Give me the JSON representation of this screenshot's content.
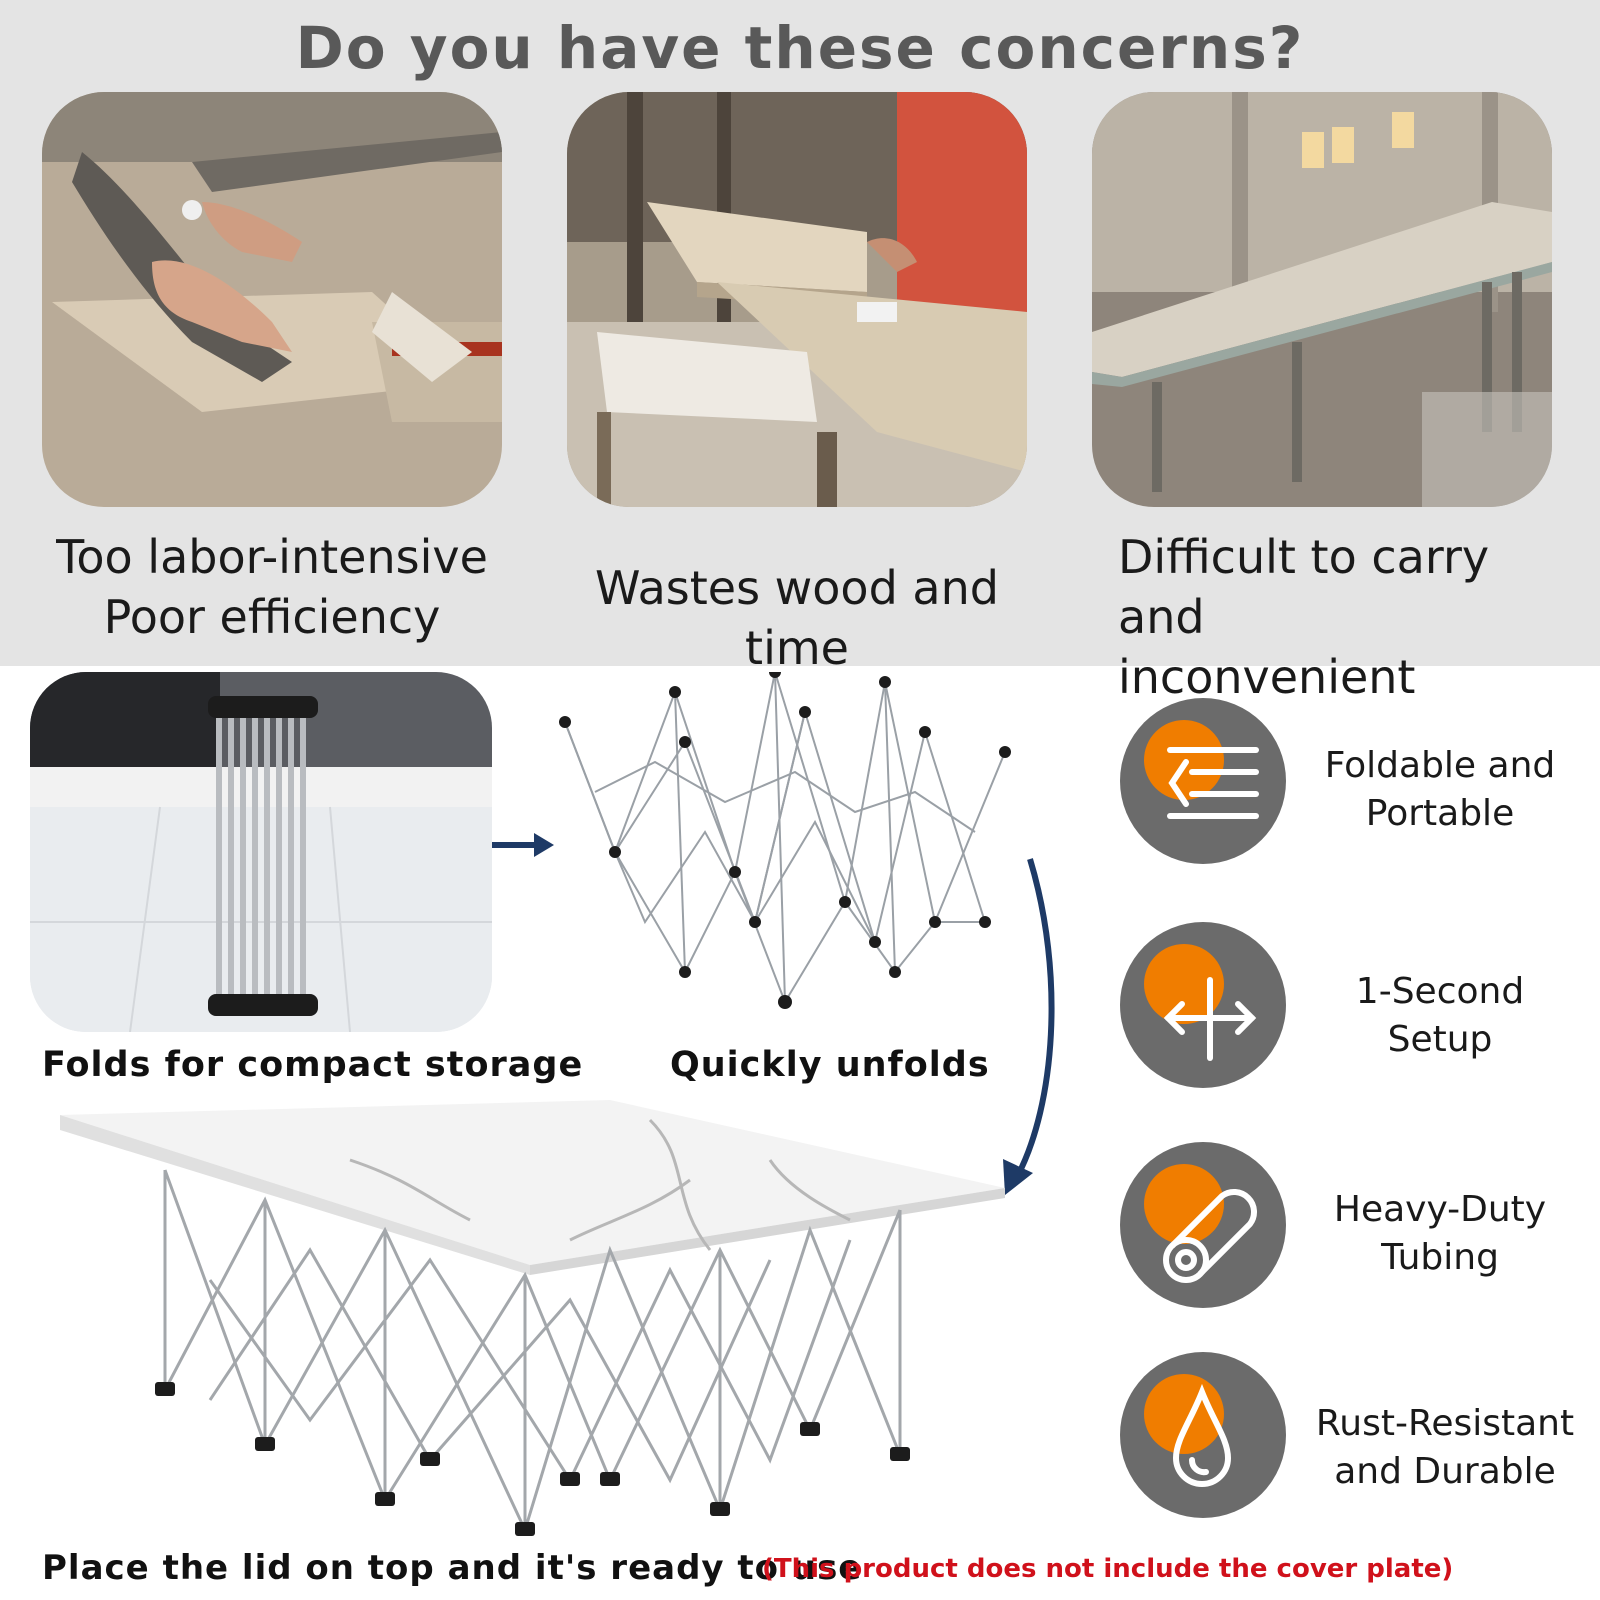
{
  "header": {
    "title": "Do you have these concerns?"
  },
  "concerns": [
    {
      "line1": "Too labor-intensive",
      "line2": "Poor efficiency"
    },
    {
      "line1": "Wastes wood and time",
      "line2": ""
    },
    {
      "line1": "Difficult to carry and",
      "line2": "inconvenient"
    }
  ],
  "steps": {
    "folded": "Folds for compact storage",
    "unfolded": "Quickly unfolds",
    "ready": "Place the lid on top and it's ready to use",
    "note": "(This product does not include the cover plate)"
  },
  "features": [
    {
      "line1": "Foldable and",
      "line2": "Portable",
      "icon": "fold-lines-icon"
    },
    {
      "line1": "1-Second Setup",
      "line2": "",
      "icon": "expand-arrows-icon"
    },
    {
      "line1": "Heavy-Duty",
      "line2": "Tubing",
      "icon": "tube-roll-icon"
    },
    {
      "line1": "Rust-Resistant",
      "line2": "and Durable",
      "icon": "water-drop-icon"
    }
  ],
  "colors": {
    "band_gray": "#e4e4e4",
    "headline_gray": "#595959",
    "feature_circle": "#6b6b6b",
    "accent_orange": "#f07d00",
    "arrow_navy": "#1e3a66",
    "note_red": "#d0111b"
  }
}
